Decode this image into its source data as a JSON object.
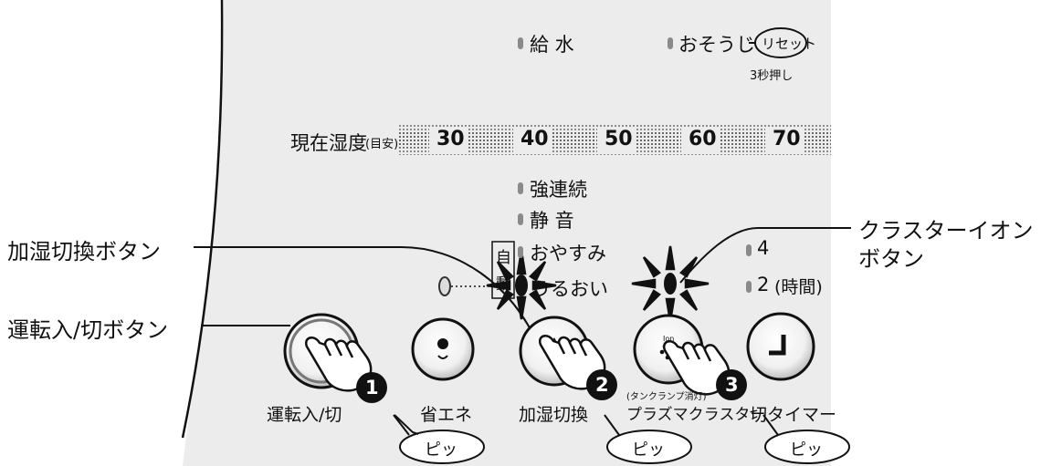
{
  "callouts": {
    "humidify_switch": "加湿切換ボタン",
    "power": "運転入/切ボタン",
    "cluster_line1": "クラスターイオン",
    "cluster_line2": "ボタン"
  },
  "indicators": {
    "water": "給 水",
    "clean": "おそうじ",
    "reset": "リセット",
    "reset_note": "3秒押し"
  },
  "humidity": {
    "label": "現在湿度",
    "label_note": "(目安)",
    "scale": [
      "30",
      "40",
      "50",
      "60",
      "70"
    ]
  },
  "modes": {
    "strong": "強連続",
    "quiet": "静 音",
    "auto_char1": "自",
    "auto_char2": "動",
    "sleep": "おやすみ",
    "moist": "うるおい"
  },
  "timer": {
    "four": "4",
    "two": "2",
    "unit": "(時間)"
  },
  "buttons": {
    "power": "運転入/切",
    "eco": "省エネ",
    "humidify": "加湿切換",
    "cluster": "プラズマクラスター",
    "cluster_note": "(タンクランプ消灯)",
    "timer": "切タイマー"
  },
  "steps": [
    "1",
    "2",
    "3"
  ],
  "beep": "ピッ"
}
